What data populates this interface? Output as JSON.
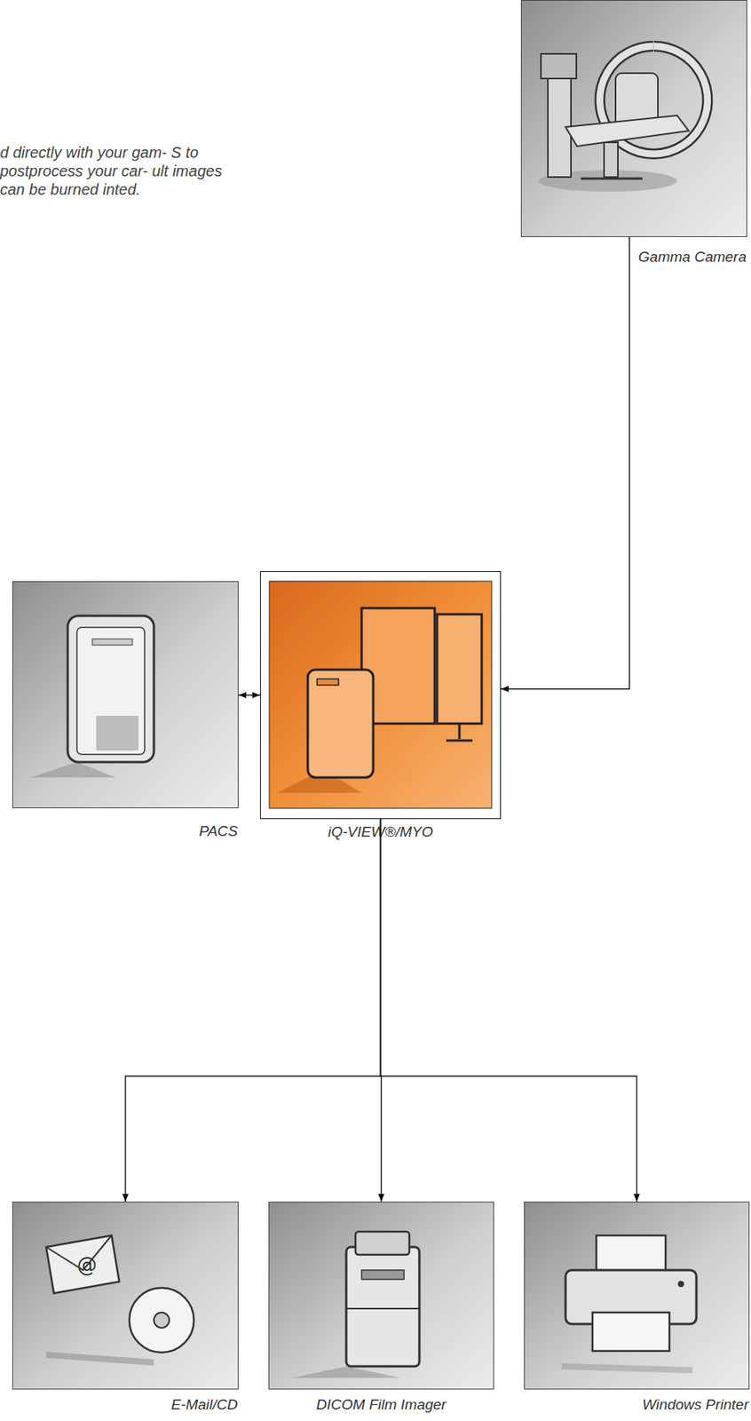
{
  "diagram": {
    "nodes": [
      {
        "text": [
          "Gamma Camera"
        ]
      },
      {
        "text": [
          "PACS"
        ]
      },
      {
        "text": [
          "iQ-VIEW®/MYO"
        ]
      },
      {
        "text": [
          "E-Mail/CD"
        ]
      },
      {
        "text": [
          "DICOM Film Imager"
        ]
      },
      {
        "text": [
          "Windows Printer"
        ]
      }
    ],
    "edges": [
      {
        "from": 0,
        "to": 2,
        "arrow": "to"
      },
      {
        "from": 1,
        "to": 2,
        "arrow": "both"
      },
      {
        "from": 2,
        "to": 3,
        "arrow": "to"
      },
      {
        "from": 2,
        "to": 4,
        "arrow": "to"
      },
      {
        "from": 2,
        "to": 5,
        "arrow": "to"
      }
    ],
    "labels": [
      "d directly with your gam- S to postprocess your car- ult images can be burned inted."
    ]
  }
}
